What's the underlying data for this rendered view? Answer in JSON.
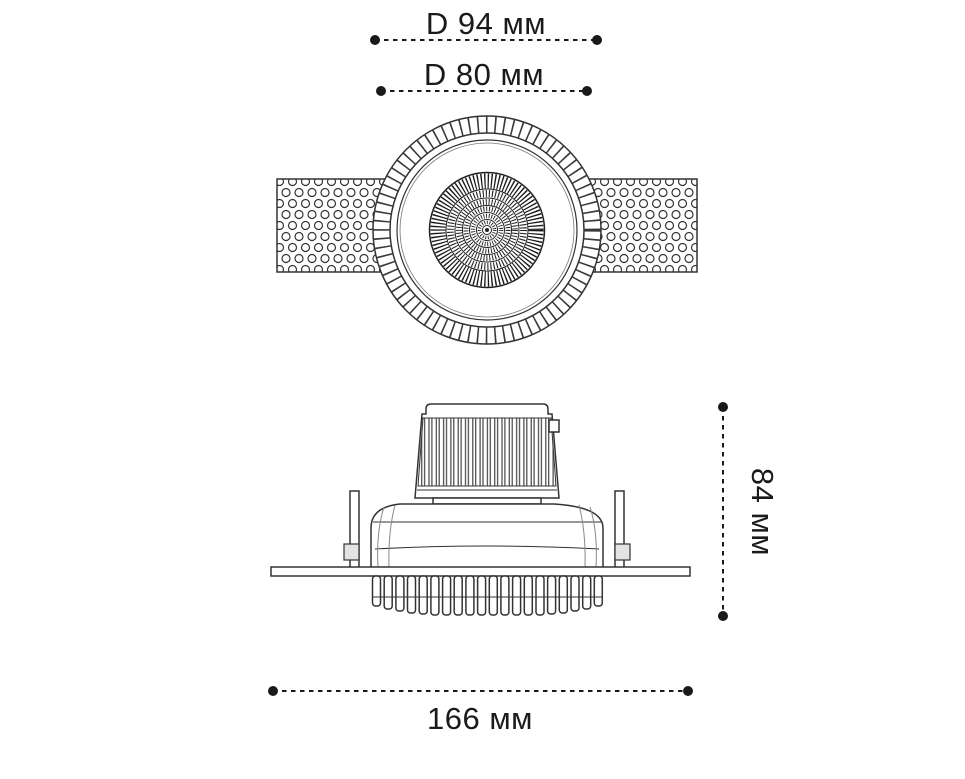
{
  "diagram": {
    "type": "technical-drawing",
    "subject": "recessed-downlight-fixture",
    "views": {
      "top_view_name": "top-view",
      "side_view_name": "side-view"
    },
    "dimensions": {
      "outer_diameter": "D 94 мм",
      "inner_diameter": "D 80 мм",
      "height": "84 мм",
      "width": "166 мм"
    },
    "colors": {
      "line": "#333333",
      "text": "#1a1a1a",
      "background": "#ffffff"
    }
  }
}
